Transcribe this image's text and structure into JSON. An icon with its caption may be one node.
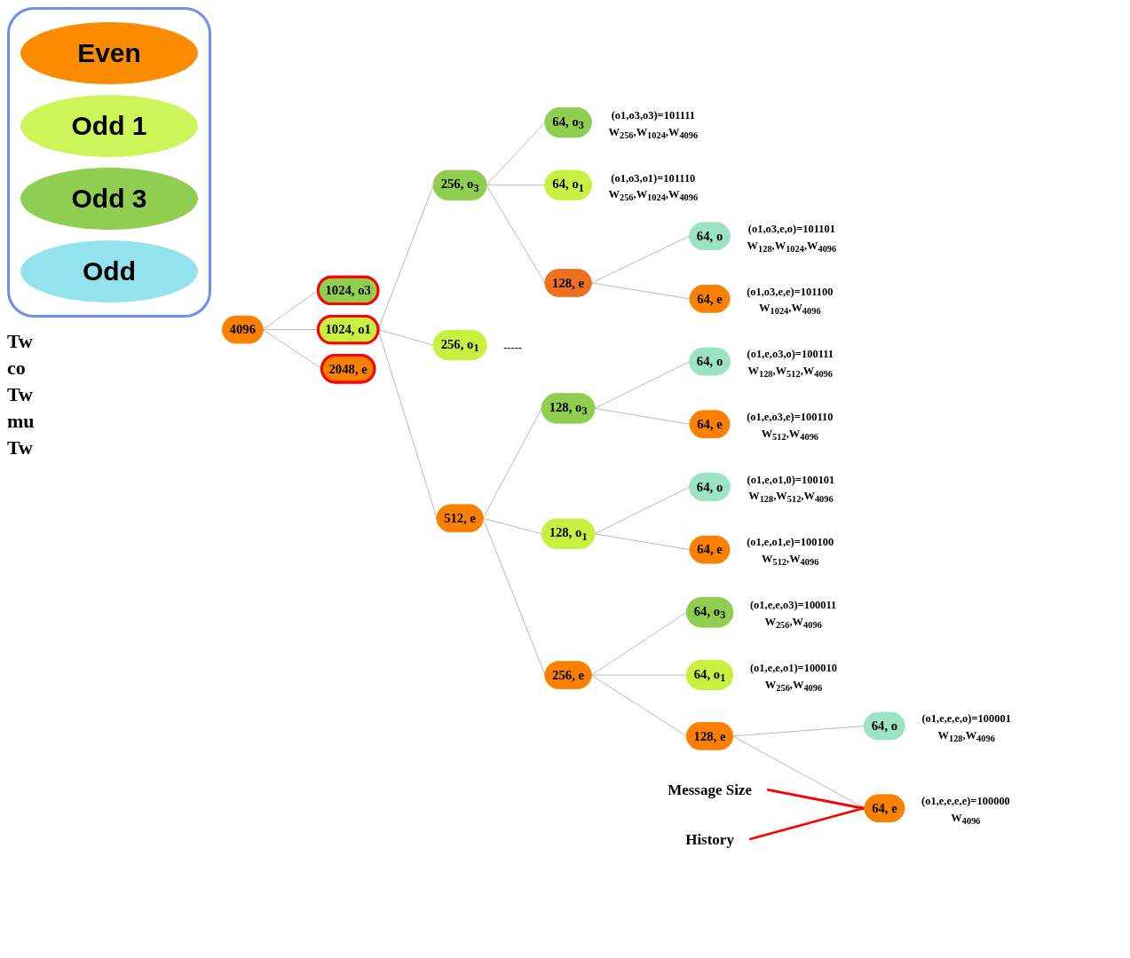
{
  "diagram": {
    "nodes": [
      {
        "text": [
          "4096"
        ]
      },
      {
        "text": [
          "2048, e"
        ]
      },
      {
        "text": [
          "1024, o1"
        ]
      },
      {
        "text": [
          "1024, o3"
        ]
      },
      {
        "text": [
          "512, e"
        ]
      },
      {
        "text": [
          "256, o$_{1}$"
        ],
        "beside": [
          "-----"
        ]
      },
      {
        "text": [
          "256, o$_{3}$"
        ]
      },
      {
        "text": [
          "256, e"
        ]
      },
      {
        "text": [
          "128, o$_{1}$"
        ]
      },
      {
        "text": [
          "128, o$_{3}$"
        ]
      },
      {
        "text": [
          "128, e"
        ]
      },
      {
        "text": [
          "64, o$_{1}$"
        ],
        "beside": [
          "(o1,o3,o1)=101110",
          "W$_{256}$,W$_{1024}$,W$_{4096}$"
        ]
      },
      {
        "text": [
          "64, o$_{3}$"
        ],
        "beside": [
          "(o1,o3,o3)=101111",
          "W$_{256}$,W$_{1024}$,W$_{4096}$"
        ]
      },
      {
        "text": [
          "128, e"
        ]
      },
      {
        "text": [
          "64, o$_{1}$"
        ],
        "beside": [
          "(o1,e,e,o1)=100010",
          "W$_{256}$,W$_{4096}$"
        ]
      },
      {
        "text": [
          "64, o$_{3}$"
        ],
        "beside": [
          "(o1,e,e,o3)=100011",
          "W$_{256}$,W$_{4096}$"
        ]
      },
      {
        "text": [
          "64, e"
        ],
        "beside": [
          "(o1,e,e,e,e)=100000",
          "W$_{4096}$"
        ]
      },
      {
        "text": [
          "64, o"
        ],
        "beside": [
          "(o1,e,e,e,o)=100001",
          "W$_{128}$,W$_{4096}$"
        ]
      },
      {
        "text": [
          "64, e"
        ],
        "beside": [
          "(o1,e,o1,e)=100100",
          "W$_{512}$,W$_{4096}$"
        ]
      },
      {
        "text": [
          "64, o"
        ],
        "beside": [
          "(o1,e,o1,0)=100101",
          "W$_{128}$,W$_{512}$,W$_{4096}$"
        ]
      },
      {
        "text": [
          "64, e"
        ],
        "beside": [
          "(o1,e,o3,e)=100110",
          "W$_{512}$,W$_{4096}$"
        ]
      },
      {
        "text": [
          "64, o"
        ],
        "beside": [
          "(o1,e,o3,o)=100111",
          "W$_{128}$,W$_{512}$,W$_{4096}$"
        ]
      },
      {
        "text": [
          "64, e"
        ],
        "beside": [
          "(o1,o3,e,e)=101100",
          "W$_{1024}$,W$_{4096}$"
        ]
      },
      {
        "text": [
          "64, o"
        ],
        "beside": [
          "(o1,o3,e,o)=101101",
          "W$_{128}$,W$_{1024}$,W$_{4096}$"
        ]
      },
      {
        "text": [
          "Message Size"
        ]
      },
      {
        "text": [
          "History"
        ]
      }
    ],
    "edges": [
      {
        "from": 0,
        "to": 1,
        "arrow": "none"
      },
      {
        "from": 0,
        "to": 2,
        "arrow": "none"
      },
      {
        "from": 0,
        "to": 3,
        "arrow": "none"
      },
      {
        "from": 2,
        "to": 4,
        "arrow": "none"
      },
      {
        "from": 2,
        "to": 5,
        "arrow": "none"
      },
      {
        "from": 2,
        "to": 6,
        "arrow": "none"
      },
      {
        "from": 4,
        "to": 7,
        "arrow": "none"
      },
      {
        "from": 4,
        "to": 8,
        "arrow": "none"
      },
      {
        "from": 4,
        "to": 9,
        "arrow": "none"
      },
      {
        "from": 6,
        "to": 10,
        "arrow": "none"
      },
      {
        "from": 6,
        "to": 11,
        "arrow": "none"
      },
      {
        "from": 6,
        "to": 12,
        "arrow": "none"
      },
      {
        "from": 7,
        "to": 13,
        "arrow": "none"
      },
      {
        "from": 7,
        "to": 14,
        "arrow": "none"
      },
      {
        "from": 7,
        "to": 15,
        "arrow": "none"
      },
      {
        "from": 13,
        "to": 16,
        "arrow": "none"
      },
      {
        "from": 13,
        "to": 17,
        "arrow": "none"
      },
      {
        "from": 8,
        "to": 18,
        "arrow": "none"
      },
      {
        "from": 8,
        "to": 19,
        "arrow": "none"
      },
      {
        "from": 9,
        "to": 20,
        "arrow": "none"
      },
      {
        "from": 9,
        "to": 21,
        "arrow": "none"
      },
      {
        "from": 10,
        "to": 22,
        "arrow": "none"
      },
      {
        "from": 10,
        "to": 23,
        "arrow": "none"
      },
      {
        "from": 24,
        "to": 16,
        "arrow": "to",
        "color": "#ff0000",
        "style": "thick"
      },
      {
        "from": 25,
        "to": 16,
        "arrow": "to",
        "color": "#ff0000",
        "style": "thick"
      }
    ],
    "labels": [
      "Tw",
      "co",
      "Tw",
      "mu",
      "Tw"
    ],
    "legend": [
      {
        "text": "Even",
        "color": "#fb8c00"
      },
      {
        "text": "Odd 1",
        "color": "#ccf55a"
      },
      {
        "text": "Odd 3",
        "color": "#8fce50"
      },
      {
        "text": "Odd",
        "color": "#92e3ed"
      }
    ]
  }
}
